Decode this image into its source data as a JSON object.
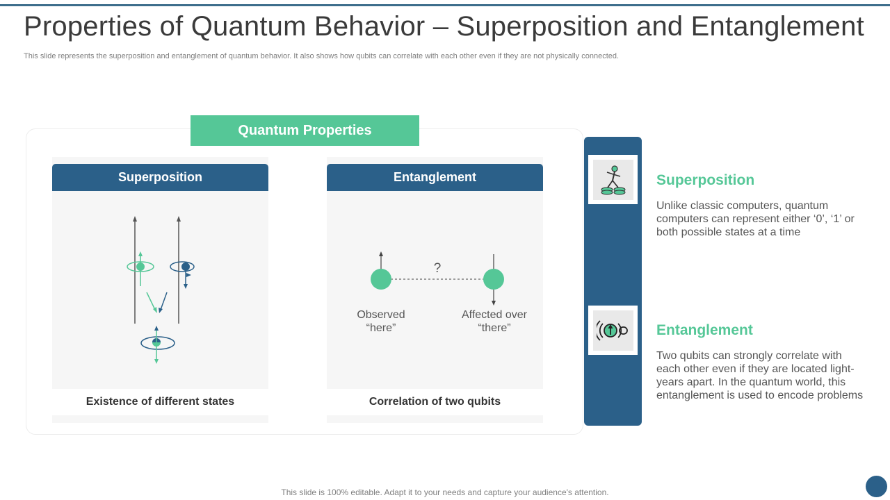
{
  "header": {
    "title": "Properties of Quantum Behavior – Superposition and Entanglement",
    "subtitle": "This slide represents the superposition and entanglement of quantum behavior. It also shows how qubits can correlate with each other even if they are not physically connected."
  },
  "main": {
    "banner": "Quantum Properties",
    "superposition_panel": {
      "heading": "Superposition",
      "caption": "Existence of different states"
    },
    "entanglement_panel": {
      "heading": "Entanglement",
      "caption": "Correlation of two qubits",
      "question_mark": "?",
      "left_label_line1": "Observed",
      "left_label_line2": "“here”",
      "right_label_line1": "Affected over",
      "right_label_line2": "“there”"
    }
  },
  "side": {
    "items": [
      {
        "icon": "person-balancing-icon",
        "heading": "Superposition",
        "text": "Unlike classic computers, quantum computers can represent either ‘0’, ‘1’ or both possible states at a time"
      },
      {
        "icon": "linked-circle-icon",
        "heading": "Entanglement",
        "text": "Two qubits can strongly correlate with each other even if they are located light-years apart. In the quantum world, this entanglement  is used to encode problems"
      }
    ]
  },
  "footer": {
    "text": "This slide is 100% editable. Adapt it to your needs and capture your audience's attention."
  },
  "colors": {
    "accent_green": "#55c797",
    "primary_blue": "#2b6089",
    "text_gray": "#555555"
  }
}
